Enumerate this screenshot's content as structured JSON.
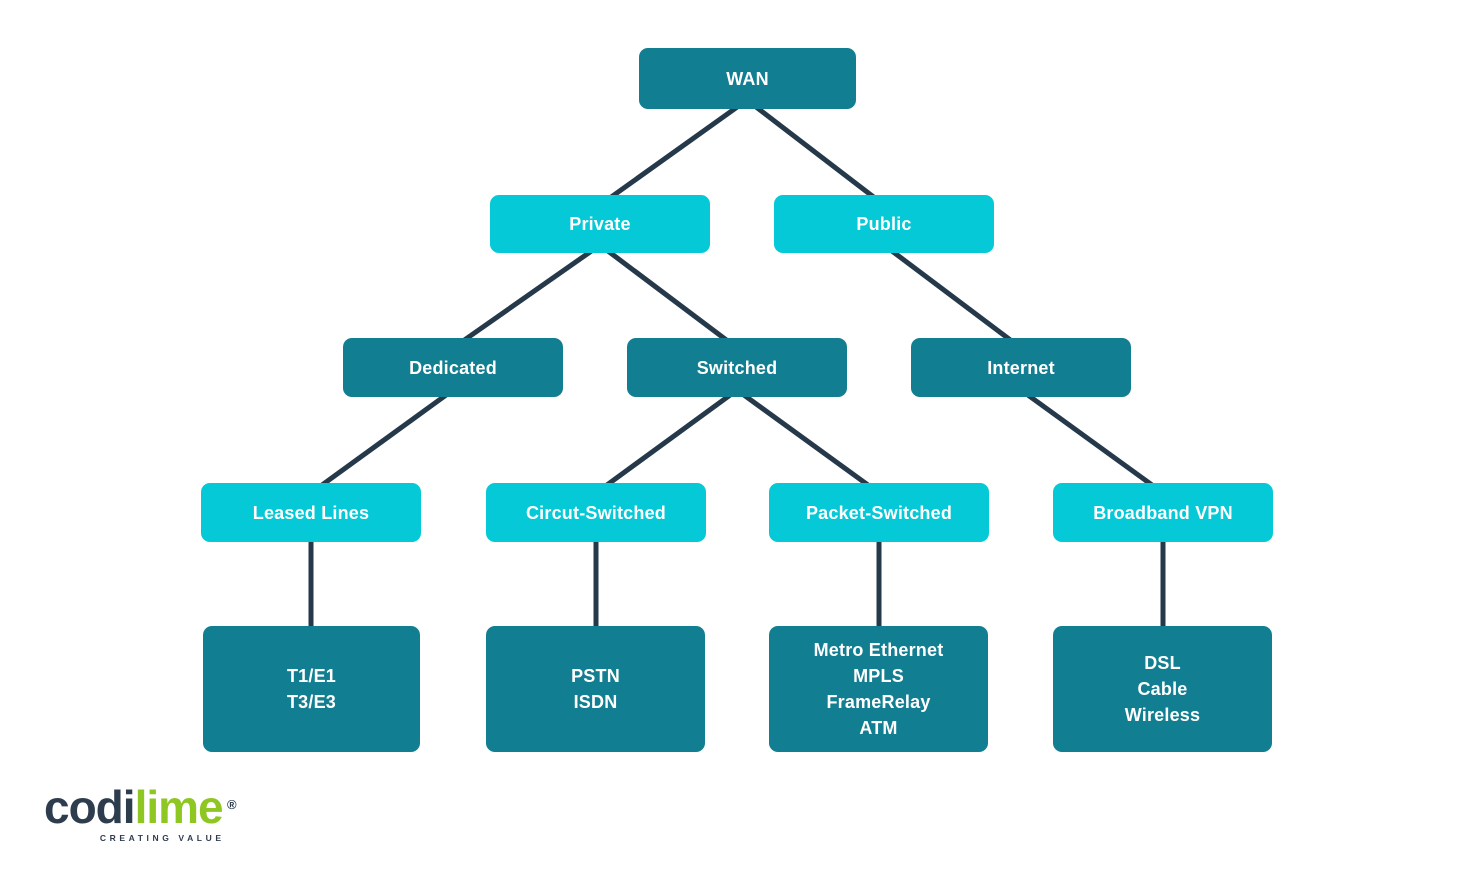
{
  "diagram": {
    "title_implicit": "WAN taxonomy tree",
    "colors": {
      "dark_box": "#127e91",
      "cyan_box": "#06c9d7",
      "connector": "#25394a",
      "box_text": "#ffffff",
      "logo_dark": "#2e3d4e",
      "logo_green": "#8fc722"
    },
    "nodes": {
      "wan": {
        "label": "WAN",
        "variant": "dark"
      },
      "private": {
        "label": "Private",
        "variant": "cyan"
      },
      "public": {
        "label": "Public",
        "variant": "cyan"
      },
      "dedicated": {
        "label": "Dedicated",
        "variant": "dark"
      },
      "switched": {
        "label": "Switched",
        "variant": "dark"
      },
      "internet": {
        "label": "Internet",
        "variant": "dark"
      },
      "leased_lines": {
        "label": "Leased Lines",
        "variant": "cyan"
      },
      "circut_switched": {
        "label": "Circut-Switched",
        "variant": "cyan"
      },
      "packet_switched": {
        "label": "Packet-Switched",
        "variant": "cyan"
      },
      "broadband_vpn": {
        "label": "Broadband VPN",
        "variant": "cyan"
      },
      "t1e1": {
        "lines": [
          "T1/E1",
          "T3/E3"
        ],
        "variant": "dark"
      },
      "pstn": {
        "lines": [
          "PSTN",
          "ISDN"
        ],
        "variant": "dark"
      },
      "metro": {
        "lines": [
          "Metro Ethernet",
          "MPLS",
          "FrameRelay",
          "ATM"
        ],
        "variant": "dark"
      },
      "dsl": {
        "lines": [
          "DSL",
          "Cable",
          "Wireless"
        ],
        "variant": "dark"
      }
    },
    "edges": [
      [
        "wan",
        "private"
      ],
      [
        "wan",
        "public"
      ],
      [
        "private",
        "dedicated"
      ],
      [
        "private",
        "switched"
      ],
      [
        "public",
        "internet"
      ],
      [
        "dedicated",
        "leased_lines"
      ],
      [
        "switched",
        "circut_switched"
      ],
      [
        "switched",
        "packet_switched"
      ],
      [
        "internet",
        "broadband_vpn"
      ],
      [
        "leased_lines",
        "t1e1"
      ],
      [
        "circut_switched",
        "pstn"
      ],
      [
        "packet_switched",
        "metro"
      ],
      [
        "broadband_vpn",
        "dsl"
      ]
    ]
  },
  "logo": {
    "brand_dark": "codi",
    "brand_green": "lime",
    "registered": "®",
    "tagline": "CREATING VALUE"
  }
}
